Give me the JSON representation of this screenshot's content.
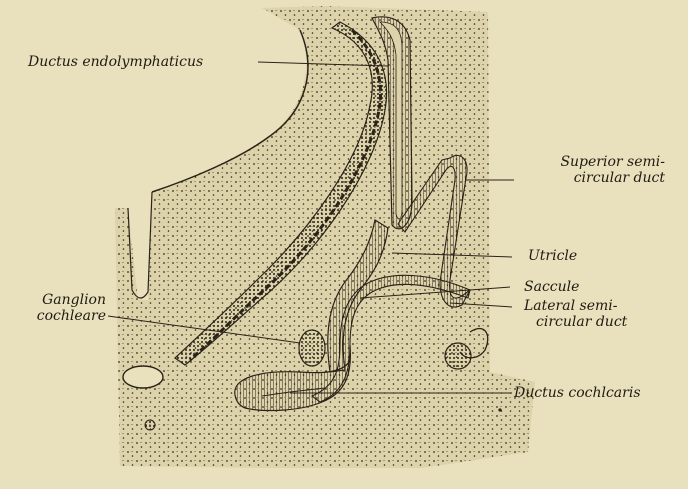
{
  "labels": {
    "ductus_endolymphaticus": "Ductus endolymphaticus",
    "superior_duct_line1": "Superior semi-",
    "superior_duct_line2": "circular duct",
    "utricle": "Utricle",
    "ganglion_line1": "Ganglion",
    "ganglion_line2": "cochleare",
    "saccule": "Saccule",
    "lateral_duct_line1": "Lateral semi-",
    "lateral_duct_line2": "circular duct",
    "ductus_cochlearis": "Ductus cochlcaris"
  },
  "colors": {
    "background": "#e9e1bd",
    "tissue": "#ddd3aa",
    "ink": "#1f1a12",
    "epithelium": "#cfc39a"
  }
}
